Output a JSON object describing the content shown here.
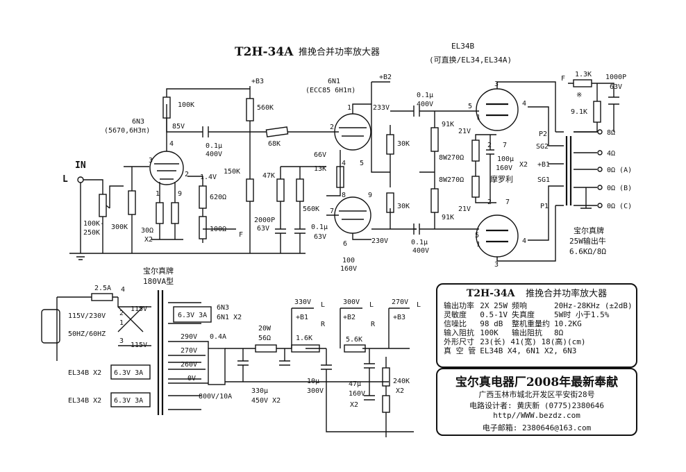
{
  "title": {
    "model": "T2H-34A",
    "name": "推挽合并功率放大器"
  },
  "tubes": {
    "out_tube": "EL34B",
    "out_sub": "(可直换/EL34,EL34A)",
    "driver": "6N1",
    "driver_sub": "(ECC85 6H1π)",
    "input": "6N3",
    "input_sub": "(5670,6H3π)"
  },
  "rails": {
    "b3": "+B3",
    "b2": "+B2",
    "b1": "+B1"
  },
  "voltages": {
    "v85": "85V",
    "v233": "233V",
    "v230": "230V",
    "v66": "66V",
    "v14": "1.4V",
    "v21a": "21V",
    "v21b": "21V"
  },
  "components": {
    "r100k": "100K",
    "r560k": "560K",
    "c01_400": "0.1μ",
    "c01_400v": "400V",
    "r150k": "150K",
    "r68k": "68K",
    "r47k": "47K",
    "r13k": "13K",
    "r560k2": "560K",
    "c2000p": "2000P",
    "c2000p_v": "63V",
    "c01_63": "0.1μ",
    "c01_63v": "63V",
    "r620": "620Ω",
    "r100": "100Ω",
    "r30": "30Ω",
    "x2": "X2",
    "f": "F",
    "pot": "100K-",
    "pot2": "250K",
    "r300k": "300K",
    "c100_160": "100",
    "c100_160v": "160V",
    "c01_top": "0.1μ",
    "c01_top_v": "400V",
    "c01_bot": "0.1μ",
    "c01_bot_v": "400V",
    "r30k1": "30K",
    "r30k2": "30K",
    "r91k1": "91K",
    "r91k2": "91K",
    "r8w1": "8W270Ω",
    "r8w2": "8W270Ω",
    "c100u": "100μ",
    "c100u_v": "160V",
    "c100u_x": "X2",
    "brand_cap": "摩罗利",
    "r13k_fb": "1.3K",
    "r91k_fb": "9.1K",
    "c1000p": "1000P",
    "c1000p_v": "63V",
    "star": "※",
    "in_label": "IN",
    "l_label": "L"
  },
  "output_tx": {
    "brand": "宝尔真牌",
    "spec": "25W输出牛",
    "imp": "6.6KΩ/8Ω",
    "p1": "P1",
    "p2": "P2",
    "sg1": "SG1",
    "sg2": "SG2",
    "b1": "+B1",
    "taps": [
      "8Ω",
      "4Ω",
      "0Ω (A)",
      "0Ω (B)",
      "0Ω (C)"
    ]
  },
  "power": {
    "brand": "宝尔真牌",
    "spec": "180VA型",
    "mains": "115V/230V",
    "freq": "50HZ/60HZ",
    "fuse": "2.5A",
    "pri1": "115V",
    "pri2": "115V",
    "heater1": "6.3V 3A",
    "heater1_tubes": "6N3",
    "heater1_tubes2": "6N1 X2",
    "taps": [
      "290V",
      "270V",
      "260V",
      "0V"
    ],
    "current": "0.4A",
    "el1": "EL34B X2",
    "el1_v": "6.3V 3A",
    "el2": "EL34B X2",
    "el2_v": "6.3V 3A",
    "bridge": "800V/10A",
    "r20": "20W",
    "r56": "56Ω",
    "r16k": "1.6K",
    "r56k": "5.6K",
    "c330": "330μ",
    "c330_v": "450V X2",
    "c10": "10μ",
    "c10_v": "300V",
    "c47": "47μ",
    "c47_v": "160V",
    "c47_x": "X2",
    "r240k": "240K",
    "r240k_x": "X2",
    "out330": "330V",
    "out300": "300V",
    "out270": "270V",
    "l": "L",
    "r": "R"
  },
  "spec_table": {
    "heading_model": "T2H-34A",
    "heading_name": "推挽合并功率放大器",
    "rows": [
      [
        "输出功率",
        "2X 25W",
        "频响",
        "20Hz-28KHz (±2dB)"
      ],
      [
        "灵敏度",
        "0.5-1V",
        "失真度",
        "5W时 小于1.5%"
      ],
      [
        "信噪比",
        "98 dB",
        "整机重量约",
        "10.2KG"
      ],
      [
        "输入阻抗",
        "100K",
        "输出阻抗",
        "8Ω"
      ],
      [
        "外形尺寸",
        "23(长) 41(宽) 18(高)(cm)",
        "",
        ""
      ],
      [
        "真 空 管",
        "EL34B X4, 6N1 X2, 6N3",
        "",
        ""
      ]
    ]
  },
  "maker": {
    "name": "宝尔真电器厂2008年最新奉献",
    "addr": "广西玉林市城北开发区平安街28号",
    "designer": "电路设计者: 黄庆新  (0775)2380646",
    "web": "http//WWW.bezdz.com",
    "email": "电子邮箱: 2380646@163.com"
  }
}
